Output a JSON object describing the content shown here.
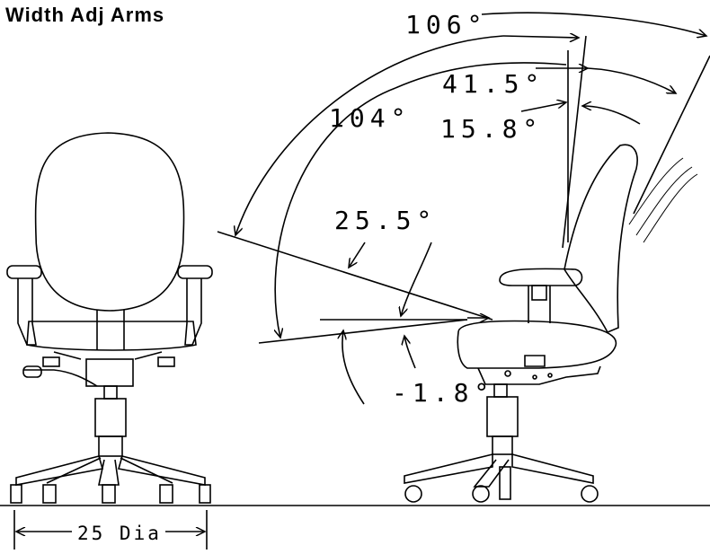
{
  "title": "Width Adj Arms",
  "angles": {
    "a106": "106°",
    "a104": "104°",
    "a41_5": "41.5°",
    "a15_8": "15.8°",
    "a25_5": "25.5°",
    "a_neg1_8": "-1.8°"
  },
  "dimensions": {
    "base_diameter": "25 Dia"
  },
  "colors": {
    "line": "#000000",
    "background": "#ffffff"
  }
}
